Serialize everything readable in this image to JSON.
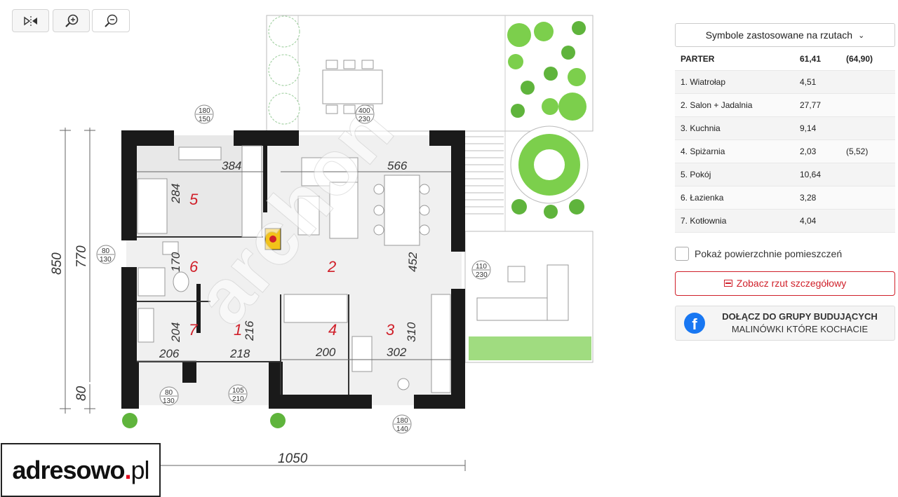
{
  "toolbar": {
    "mirror_icon": "mirror-icon",
    "zoom_in_icon": "zoom-in-icon",
    "zoom_out_icon": "zoom-out-icon"
  },
  "plan": {
    "rooms": [
      {
        "num": "5"
      },
      {
        "num": "6"
      },
      {
        "num": "2"
      },
      {
        "num": "7"
      },
      {
        "num": "1"
      },
      {
        "num": "4"
      },
      {
        "num": "3"
      }
    ],
    "dims": [
      "384",
      "284",
      "566",
      "170",
      "452",
      "204",
      "216",
      "310",
      "206",
      "218",
      "200",
      "302"
    ],
    "overall_dims": {
      "height_850": "850",
      "height_770": "770",
      "height_80": "80",
      "width_1050": "1050"
    },
    "openings": [
      {
        "top": "180",
        "bottom": "150"
      },
      {
        "top": "400",
        "bottom": "230"
      },
      {
        "top": "80",
        "bottom": "130"
      },
      {
        "top": "110",
        "bottom": "230"
      },
      {
        "top": "80",
        "bottom": "130"
      },
      {
        "top": "105",
        "bottom": "210"
      },
      {
        "top": "180",
        "bottom": "140"
      }
    ]
  },
  "logo": {
    "name": "adresowo",
    "dot": ".",
    "tld": "pl"
  },
  "panel": {
    "symbols_label": "Symbole zastosowane na rzutach",
    "header": {
      "name": "PARTER",
      "area": "61,41",
      "extra": "(64,90)"
    },
    "rooms": [
      {
        "name": "1. Wiatrołap",
        "area": "4,51",
        "extra": ""
      },
      {
        "name": "2. Salon + Jadalnia",
        "area": "27,77",
        "extra": ""
      },
      {
        "name": "3. Kuchnia",
        "area": "9,14",
        "extra": ""
      },
      {
        "name": "4. Spiżarnia",
        "area": "2,03",
        "extra": "(5,52)"
      },
      {
        "name": "5. Pokój",
        "area": "10,64",
        "extra": ""
      },
      {
        "name": "6. Łazienka",
        "area": "3,28",
        "extra": ""
      },
      {
        "name": "7. Kotłownia",
        "area": "4,04",
        "extra": ""
      }
    ],
    "show_areas_label": "Pokaż powierzchnie pomieszczeń",
    "detail_label": "Zobacz rzut szczegółowy",
    "fb_line1": "DOŁĄCZ DO GRUPY BUDUJĄCYCH",
    "fb_line2": "MALINÓWKI KTÓRE KOCHACIE",
    "fb_icon": "facebook-icon"
  },
  "colors": {
    "accent": "#d0202a",
    "wall": "#1a1a1a",
    "greenery": "#6cc24a",
    "facebook": "#1877f2"
  }
}
